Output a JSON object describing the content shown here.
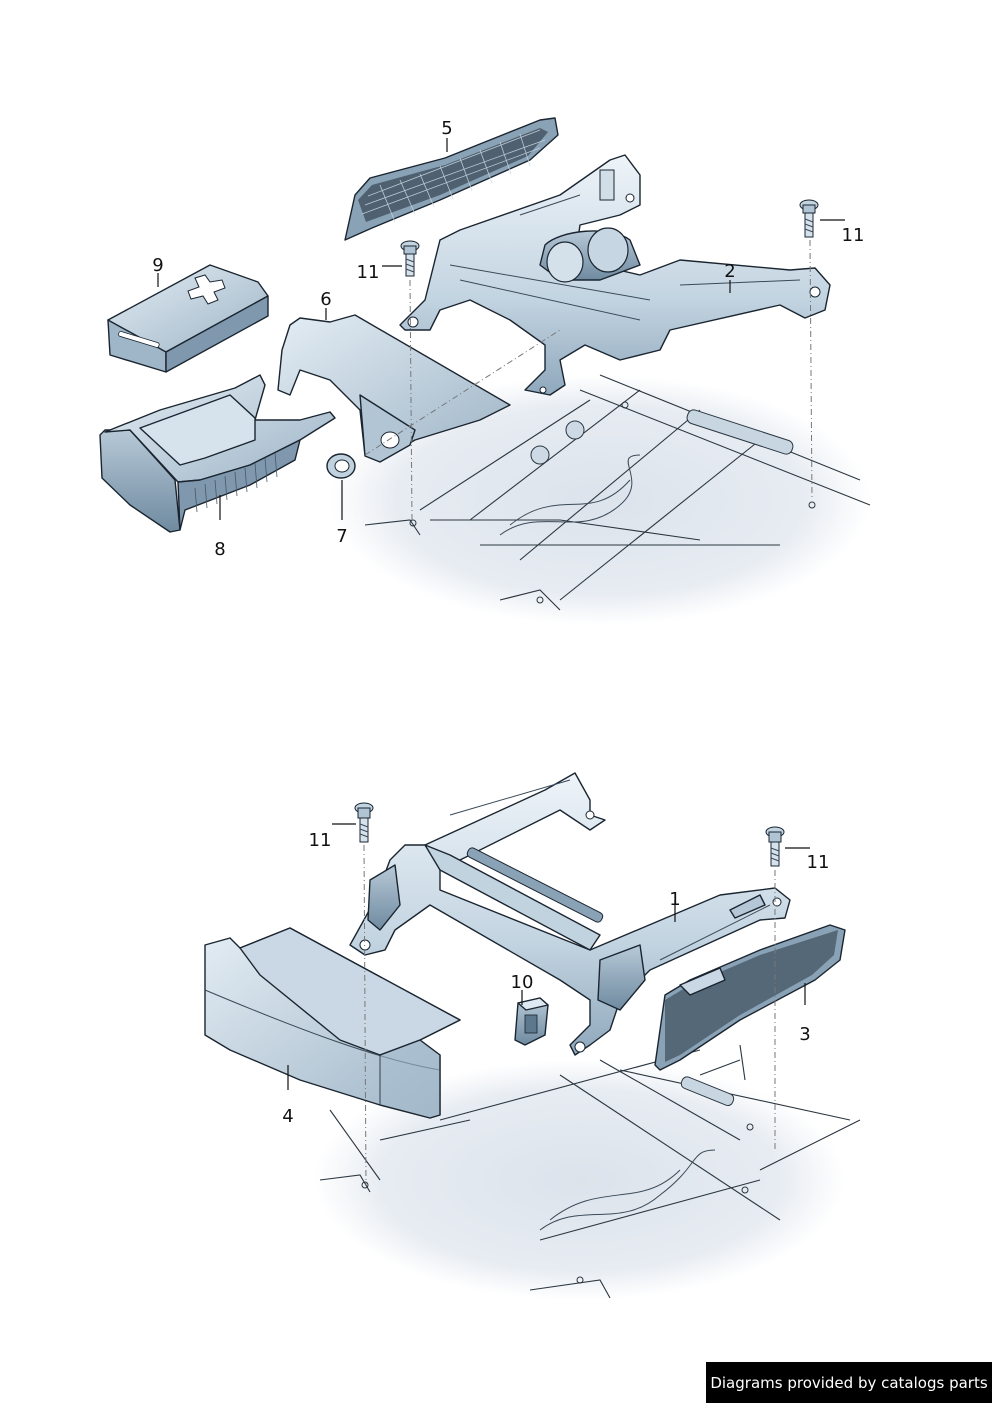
{
  "callouts": {
    "c1": "1",
    "c2": "2",
    "c3": "3",
    "c4": "4",
    "c5": "5",
    "c6": "6",
    "c7": "7",
    "c8": "8",
    "c9": "9",
    "c10": "10",
    "c11a": "11",
    "c11b": "11",
    "c11c": "11",
    "c11d": "11"
  },
  "footer": {
    "credit": "Diagrams provided by catalogs parts"
  },
  "colors": {
    "part_light": "#dfe9f1",
    "part_mid": "#aec3d3",
    "part_dark": "#7f9ab0",
    "floor_shadow": "#e6ebf2",
    "outline": "#1a2530"
  }
}
